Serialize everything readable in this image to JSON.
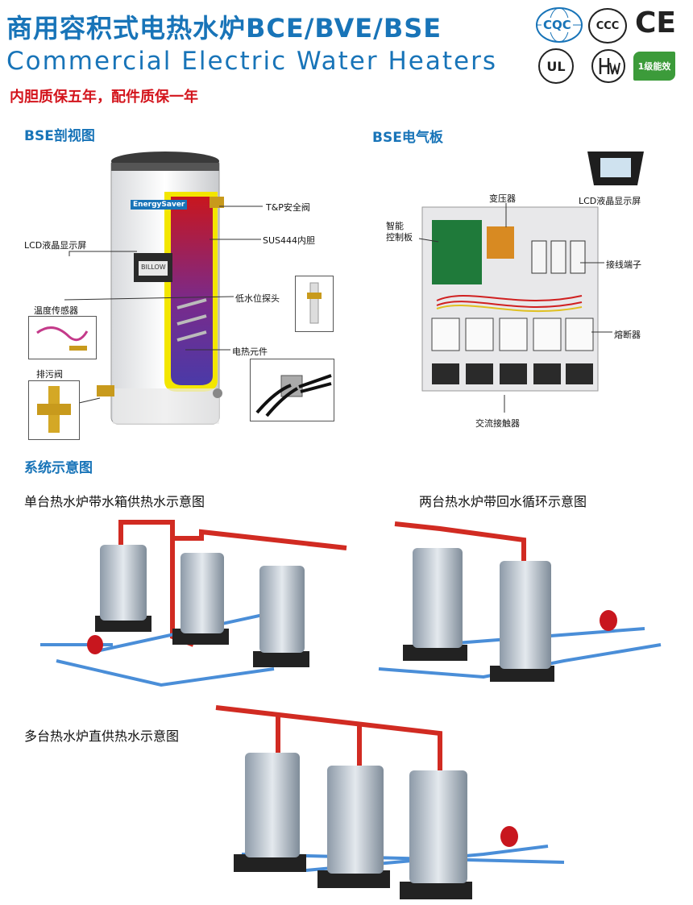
{
  "header": {
    "title_cn": "商用容积式电热水炉BCE/BVE/BSE",
    "title_en": "Commercial Electric Water Heaters",
    "warranty": "内胆质保五年，配件质保一年"
  },
  "certs": {
    "cqc": "CQC",
    "ccc": "CCC",
    "ce": "CE",
    "ul": "UL",
    "energy_grade": "1级能效",
    "colors": {
      "brand_blue": "#1874b8",
      "warning_red": "#d3141c",
      "energy_green": "#3c9b3a"
    }
  },
  "cutaway": {
    "heading": "BSE剖视图",
    "brand_on_tank": "EnergySaver",
    "display_text": "BILLOW",
    "labels": {
      "tp_valve": "T&P安全阀",
      "lcd": "LCD液晶显示屏",
      "inner_tank": "SUS444内胆",
      "temp_sensor": "温度传感器",
      "low_water_probe": "低水位探头",
      "drain_valve": "排污阀",
      "heating_element": "电热元件"
    }
  },
  "panel": {
    "heading": "BSE电气板",
    "labels": {
      "transformer": "变压器",
      "lcd": "LCD液晶显示屏",
      "control_board": "智能\n控制板",
      "terminal": "接线端子",
      "fuse": "熔断器",
      "contactor": "交流接触器"
    }
  },
  "system": {
    "heading": "系统示意图",
    "diagram1": "单台热水炉带水箱供热水示意图",
    "diagram2": "两台热水炉带回水循环示意图",
    "diagram3": "多台热水炉直供热水示意图"
  }
}
